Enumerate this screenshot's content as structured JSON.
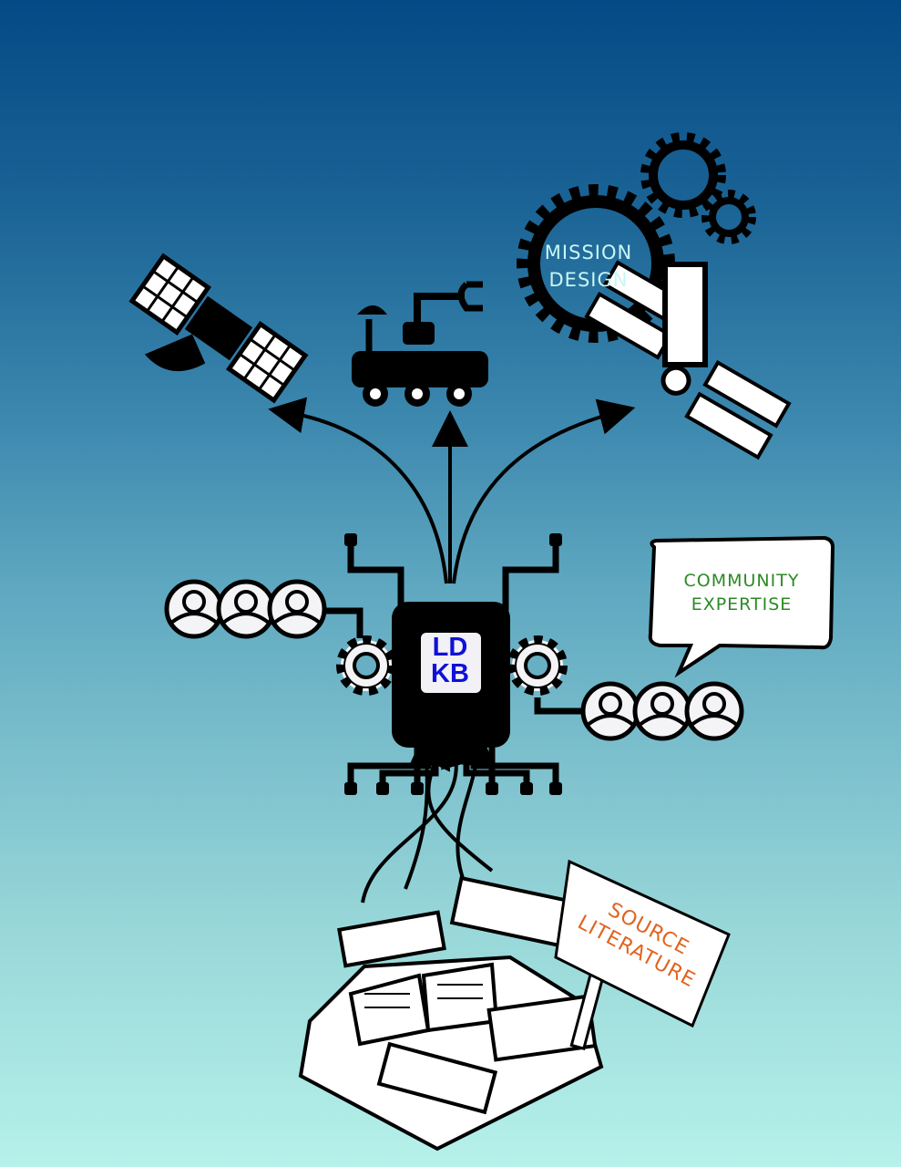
{
  "diagram": {
    "central_node": {
      "label_line1": "LD",
      "label_line2": "KB",
      "text_color": "#1010d8"
    },
    "outputs": [
      {
        "name": "satellite",
        "icon": "satellite-icon"
      },
      {
        "name": "rover",
        "icon": "rover-icon"
      },
      {
        "name": "space-telescope",
        "icon": "telescope-satellite-icon"
      }
    ],
    "mission_design": {
      "line1": "MISSION",
      "line2": "DESIGN",
      "text_color": "#c8f6f4"
    },
    "community": {
      "line1": "COMMUNITY",
      "line2": "EXPERTISE",
      "text_color": "#2c8a24"
    },
    "source": {
      "line1": "SOURCE",
      "line2": "LITERATURE",
      "text_color": "#e2631e"
    },
    "user_groups": [
      {
        "position": "left",
        "count": 3
      },
      {
        "position": "right",
        "count": 3
      }
    ],
    "background": {
      "top": "#044a86",
      "bottom": "#b6f1ea"
    }
  }
}
